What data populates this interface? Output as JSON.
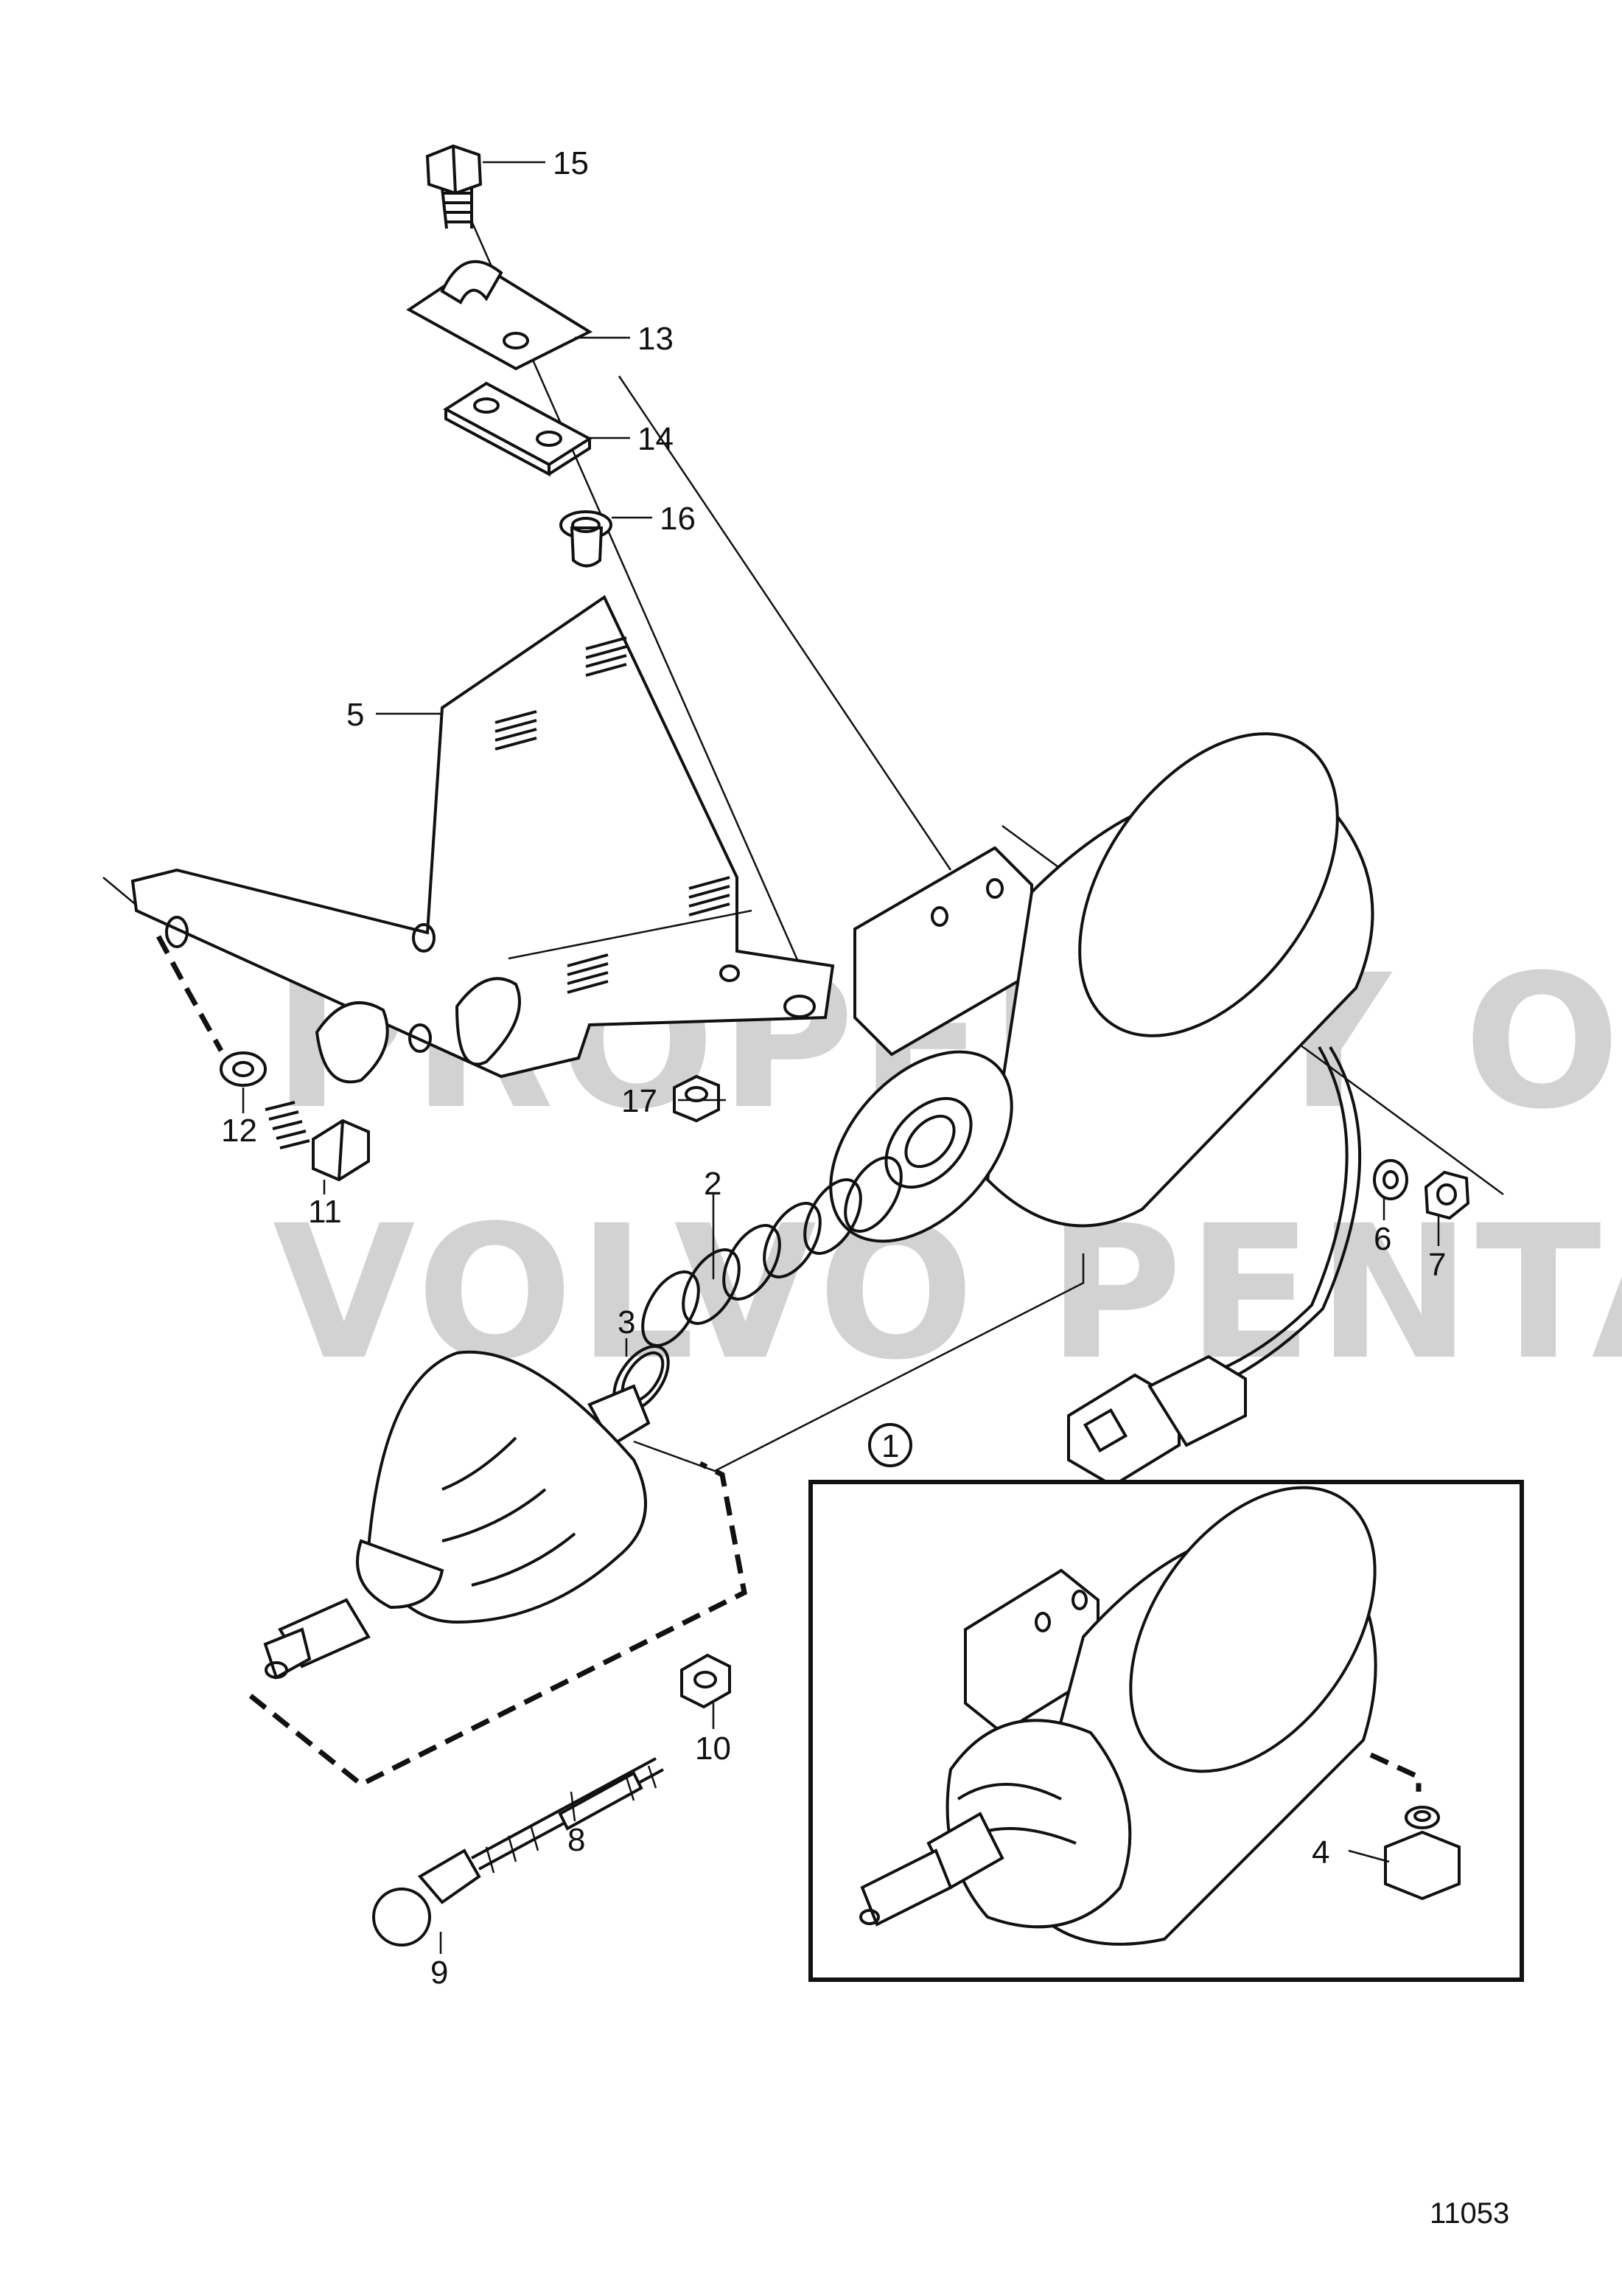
{
  "watermark": {
    "line1": "PROPERTY OF",
    "line2": "VOLVO PENTA"
  },
  "figure_number": "11053",
  "parts": [
    {
      "id": "1",
      "label": "1",
      "circled": true
    },
    {
      "id": "2",
      "label": "2"
    },
    {
      "id": "3",
      "label": "3"
    },
    {
      "id": "4",
      "label": "4"
    },
    {
      "id": "5",
      "label": "5"
    },
    {
      "id": "6",
      "label": "6"
    },
    {
      "id": "7",
      "label": "7"
    },
    {
      "id": "8",
      "label": "8"
    },
    {
      "id": "9",
      "label": "9"
    },
    {
      "id": "10",
      "label": "10"
    },
    {
      "id": "11",
      "label": "11"
    },
    {
      "id": "12",
      "label": "12"
    },
    {
      "id": "13",
      "label": "13"
    },
    {
      "id": "14",
      "label": "14"
    },
    {
      "id": "15",
      "label": "15"
    },
    {
      "id": "16",
      "label": "16"
    },
    {
      "id": "17",
      "label": "17"
    }
  ]
}
